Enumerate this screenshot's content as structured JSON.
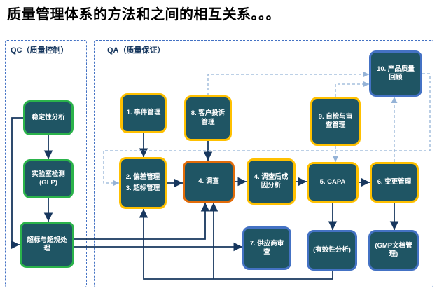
{
  "title": "质量管理体系的方法和之间的相互关系。。。",
  "colors": {
    "node_fill": "#1F5564",
    "green_border": "#2BB34B",
    "yellow_border": "#FFC000",
    "orange_border": "#E36C0A",
    "blue_border": "#4472C4",
    "solid_arrow": "#17375E",
    "dashed_arrow": "#95B3D7",
    "container_border": "#4472C4",
    "title_color": "#000000"
  },
  "qc": {
    "label": "QC（质量控制）",
    "nodes": [
      {
        "label": "稳定性分析"
      },
      {
        "label": "实验室检测(GLP)"
      },
      {
        "label": "超标与超规处理"
      }
    ]
  },
  "qa": {
    "label": "QA（质量保证）",
    "nodes": [
      {
        "label": "1. 事件管理"
      },
      {
        "label": "8. 客户投诉管理"
      },
      {
        "label": "10. 产品质量回顾"
      },
      {
        "label": "9. 自检与审查管理"
      },
      {
        "label": "2. 偏差管理"
      },
      {
        "label": "3. 超标管理"
      },
      {
        "label": "4. 调查"
      },
      {
        "label": "4. 调查后成因分析"
      },
      {
        "label": "5. CAPA"
      },
      {
        "label": "6. 变更管理"
      },
      {
        "label": "7. 供应商审查"
      },
      {
        "label": "(有效性分析)"
      },
      {
        "label": "(GMP文档管理)"
      }
    ]
  }
}
